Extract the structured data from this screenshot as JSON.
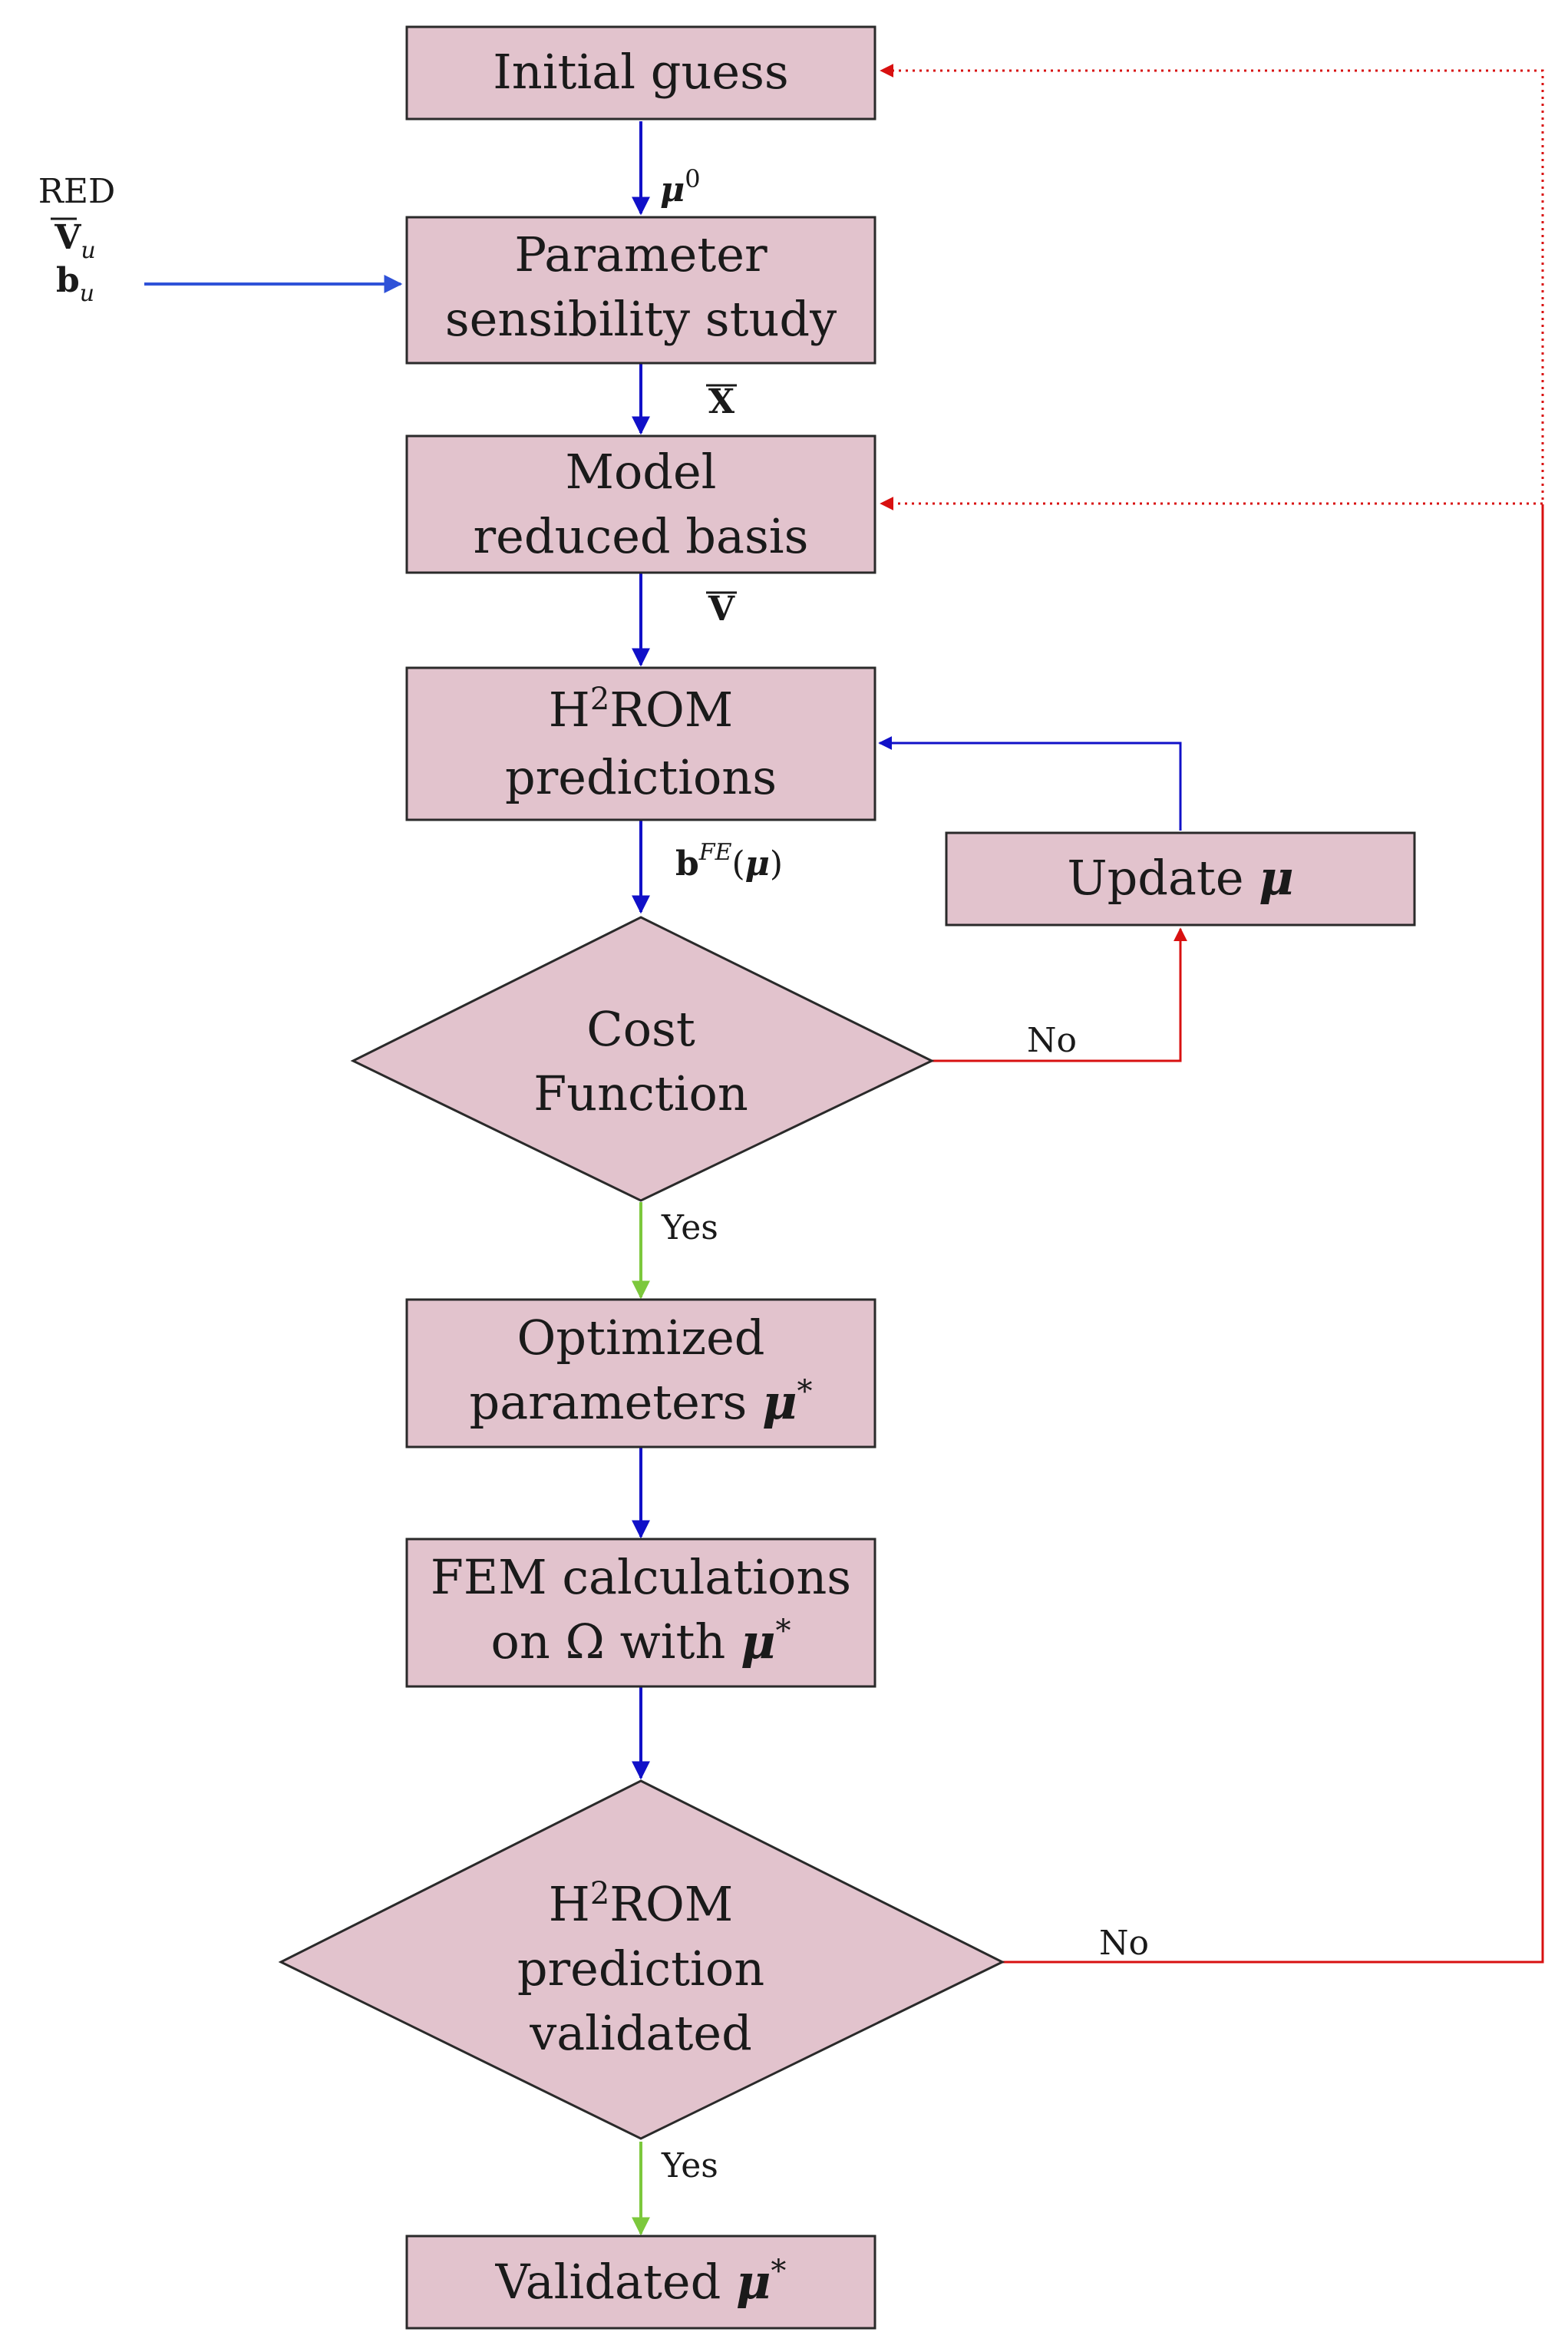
{
  "colors": {
    "node_fill": "#e2c3cd",
    "node_stroke": "#2a2a2a",
    "flow_blue": "#1010c8",
    "input_blue": "#2f52d8",
    "reject_red": "#d81010",
    "accept_green": "#7cc83c"
  },
  "inputs": {
    "red": "RED",
    "v_u_base": "V",
    "v_u_sub": "u",
    "b_u_base": "b",
    "b_u_sub": "u"
  },
  "nodes": {
    "initial_guess": "Initial guess",
    "sensibility_line1": "Parameter",
    "sensibility_line2": "sensibility study",
    "reduced_line1": "Model",
    "reduced_line2": "reduced basis",
    "h2rom_pred_base": "H",
    "h2rom_pred_sup": "2",
    "h2rom_pred_rest": "ROM",
    "h2rom_pred_line2": "predictions",
    "update_text": "Update",
    "update_symbol": "μ",
    "cost_line1": "Cost",
    "cost_line2": "Function",
    "optimized_line1": "Optimized",
    "optimized_line2": "parameters",
    "optimized_symbol": "μ",
    "optimized_star": "*",
    "fem_line1": "FEM calculations",
    "fem_line2a": "on Ω with",
    "fem_symbol": "μ",
    "fem_star": "*",
    "validate_base": "H",
    "validate_sup": "2",
    "validate_rest": "ROM",
    "validate_line2": "prediction",
    "validate_line3": "validated",
    "validated_text": "Validated",
    "validated_symbol": "μ",
    "validated_star": "*"
  },
  "edge_labels": {
    "mu0_base": "μ",
    "mu0_sup": "0",
    "x_bar": "X",
    "v_bar": "V",
    "bfe_base": "b",
    "bfe_sup": "FE",
    "bfe_arg_open": "(",
    "bfe_arg_mu": "μ",
    "bfe_arg_close": ")",
    "cost_no": "No",
    "cost_yes": "Yes",
    "validate_no": "No",
    "validate_yes": "Yes"
  }
}
